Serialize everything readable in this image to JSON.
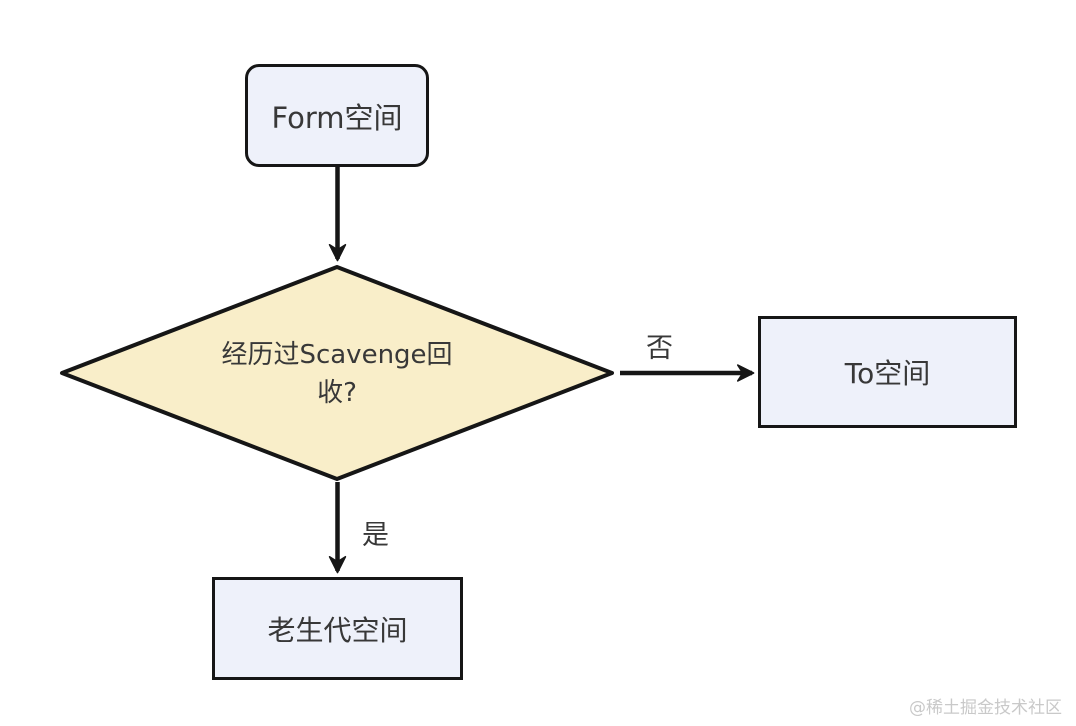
{
  "diagram": {
    "nodes": {
      "form_space": {
        "label": "Form空间",
        "shape": "rounded-rect"
      },
      "decision": {
        "label": "经历过Scavenge回收?",
        "lines": [
          "经历过Scavenge回",
          "收?"
        ],
        "shape": "diamond"
      },
      "to_space": {
        "label": "To空间",
        "shape": "rect"
      },
      "old_gen_space": {
        "label": "老生代空间",
        "shape": "rect"
      }
    },
    "edges": {
      "form_to_decision": {
        "label": ""
      },
      "decision_to_to_space": {
        "label": "否"
      },
      "decision_to_old_gen": {
        "label": "是"
      }
    }
  },
  "watermark": "@稀土掘金技术社区",
  "colors": {
    "background": "#ffffff",
    "node_fill": "#eef1fa",
    "diamond_fill": "#f9eec9",
    "stroke": "#161616",
    "text": "#383838",
    "watermark": "#c9c9c9"
  }
}
